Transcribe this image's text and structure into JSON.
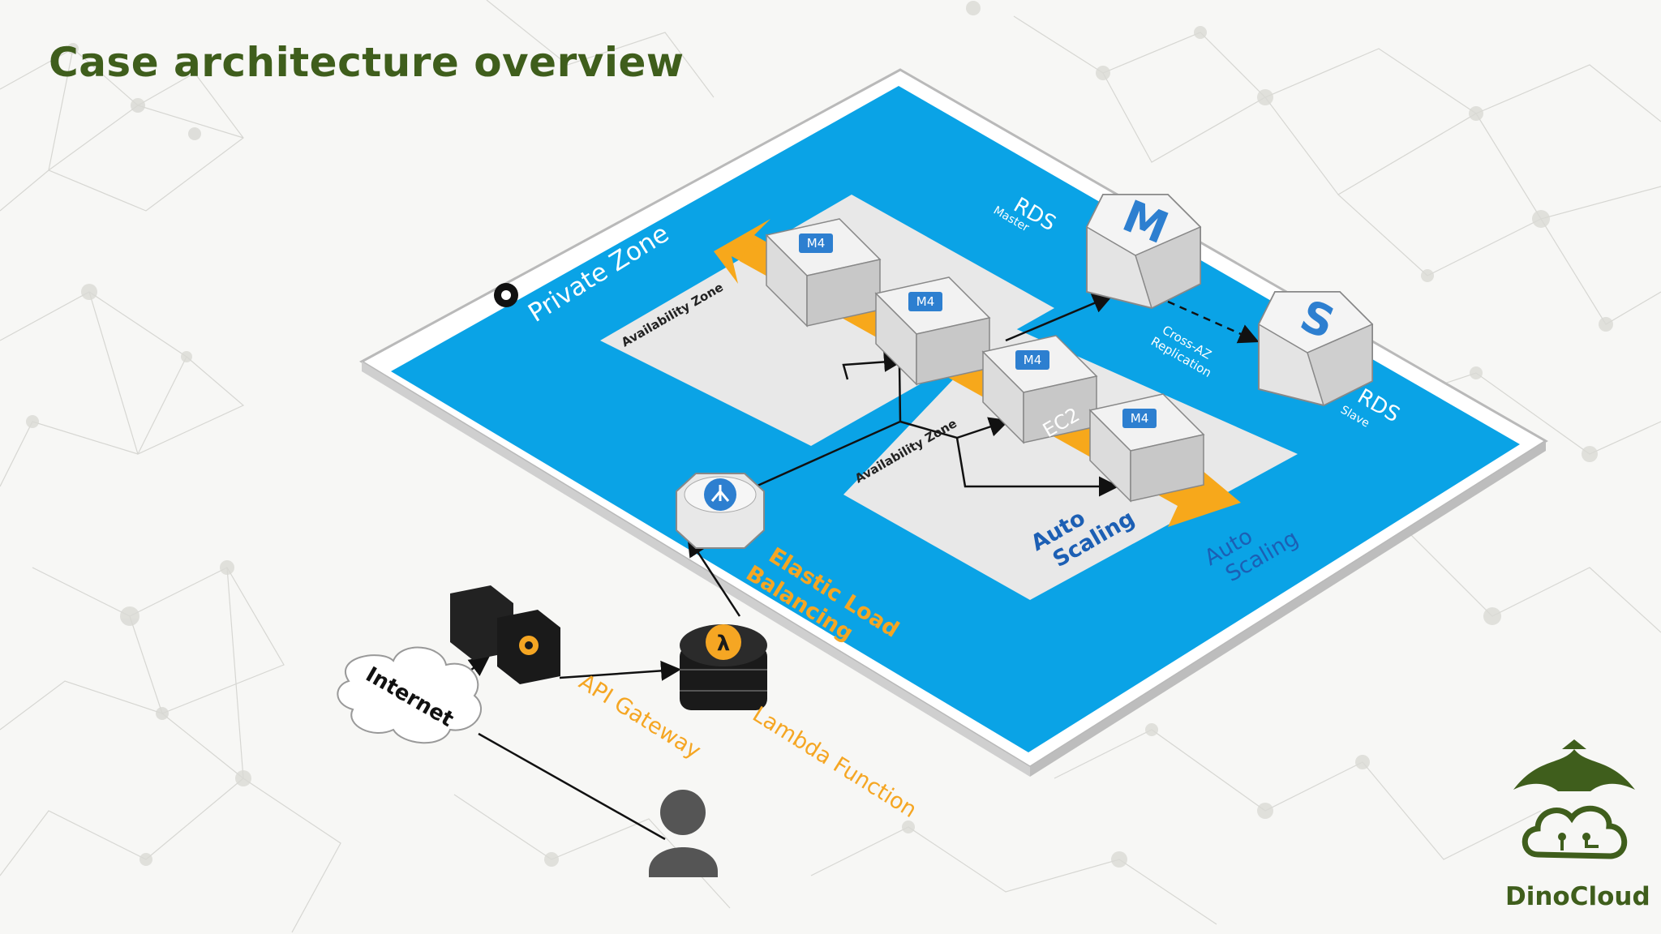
{
  "title": "Case architecture overview",
  "diagram": {
    "private_zone": "Private Zone",
    "availability_zone_1": "Availability Zone",
    "availability_zone_2": "Availability Zone",
    "instance_label": "M4",
    "ec2_label": "EC2",
    "auto_scaling_inner": [
      "Auto",
      "Scaling"
    ],
    "auto_scaling_outer": [
      "Auto",
      "Scaling"
    ],
    "rds_master": {
      "title": "RDS",
      "role": "Master",
      "letter": "M"
    },
    "rds_slave": {
      "title": "RDS",
      "role": "Slave",
      "letter": "S"
    },
    "replication": [
      "Cross-AZ",
      "Replication"
    ],
    "elb": [
      "Elastic Load",
      "Balancing"
    ],
    "lambda": "Lambda Function",
    "api_gateway": "API Gateway",
    "internet": "Internet"
  },
  "brand": {
    "name": "DinoCloud"
  },
  "colors": {
    "title": "#3f5e1c",
    "zone_blue": "#0aa3e6",
    "zone_grey": "#e8e8e8",
    "arrow_orange": "#f7a81b",
    "label_orange": "#f5a623",
    "brand_green": "#3f5e1c"
  }
}
